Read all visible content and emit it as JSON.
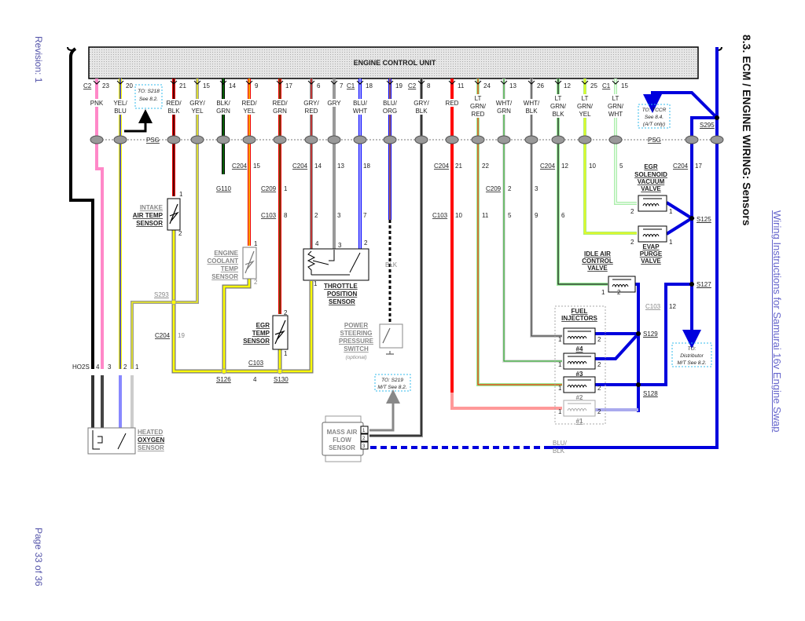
{
  "page": {
    "revision": "Revision: 1",
    "page_number": "Page 33 of 36",
    "section_title": "8.3. ECM / ENGINE WIRING: Sensors",
    "doc_link": "Wiring Instructions for Samurai 16v Engine Swap"
  },
  "ecu": {
    "title": "ENGINE CONTROL UNIT"
  },
  "psg": "PSG",
  "pins": [
    {
      "conn": "C2",
      "pin": "23",
      "label": [
        "PNK"
      ],
      "base": "#ff88c8",
      "stripe": null
    },
    {
      "conn": "",
      "pin": "20",
      "label": [
        "YEL/",
        "BLU"
      ],
      "base": "#ffff00",
      "stripe": "#0000ff"
    },
    {
      "conn": "",
      "pin": "21",
      "label": [
        "RED/",
        "BLK"
      ],
      "base": "#ee0000",
      "stripe": "#000000"
    },
    {
      "conn": "",
      "pin": "15",
      "label": [
        "GRY/",
        "YEL"
      ],
      "base": "#999999",
      "stripe": "#ffff00"
    },
    {
      "conn": "",
      "pin": "14",
      "label": [
        "BLK/",
        "GRN"
      ],
      "base": "#000000",
      "stripe": "#009900"
    },
    {
      "conn": "",
      "pin": "9",
      "label": [
        "RED/",
        "YEL"
      ],
      "base": "#ee0000",
      "stripe": "#ffff00"
    },
    {
      "conn": "",
      "pin": "17",
      "label": [
        "RED/",
        "GRN"
      ],
      "base": "#ee0000",
      "stripe": "#336600"
    },
    {
      "conn": "",
      "pin": "6",
      "label": [
        "GRY/",
        "RED"
      ],
      "base": "#999999",
      "stripe": "#cc0000"
    },
    {
      "conn": "",
      "pin": "7",
      "label": [
        "GRY"
      ],
      "base": "#999999",
      "stripe": null
    },
    {
      "conn": "C1",
      "pin": "18",
      "label": [
        "BLU/",
        "WHT"
      ],
      "base": "#0000ff",
      "stripe": "#ffffff"
    },
    {
      "conn": "",
      "pin": "19",
      "label": [
        "BLU/",
        "ORG"
      ],
      "base": "#0000ff",
      "stripe": "#ff9900"
    },
    {
      "conn": "C2",
      "pin": "8",
      "label": [
        "GRY/",
        "BLK"
      ],
      "base": "#999999",
      "stripe": "#000000"
    },
    {
      "conn": "",
      "pin": "11",
      "label": [
        "RED"
      ],
      "base": "#ff0000",
      "stripe": null
    },
    {
      "conn": "",
      "pin": "24",
      "label": [
        "LT",
        "GRN/",
        "RED"
      ],
      "base": "#99ee99",
      "stripe": "#ee3300"
    },
    {
      "conn": "",
      "pin": "13",
      "label": [
        "WHT/",
        "GRN"
      ],
      "base": "#dddddd",
      "stripe": "#33aa33"
    },
    {
      "conn": "",
      "pin": "26",
      "label": [
        "WHT/",
        "BLK"
      ],
      "base": "#cccccc",
      "stripe": "#444444"
    },
    {
      "conn": "",
      "pin": "12",
      "label": [
        "LT",
        "GRN/",
        "BLK"
      ],
      "base": "#99ee99",
      "stripe": "#222222"
    },
    {
      "conn": "",
      "pin": "25",
      "label": [
        "LT",
        "GRN/",
        "YEL"
      ],
      "base": "#aaee77",
      "stripe": "#ffff00"
    },
    {
      "conn": "C1",
      "pin": "15",
      "label": [
        "LT",
        "GRN/",
        "WHT"
      ],
      "base": "#aaeeaa",
      "stripe": "#ffffff"
    }
  ],
  "colors": {
    "sensor_ground": "#ffff00",
    "power_feed": "#0000dd",
    "ecu_fill": "#e4e4e4",
    "note_border": "#33bbee"
  },
  "notes": {
    "s218": [
      "TO: S218",
      "See 8.2."
    ],
    "tccr": [
      "TO: TCCR",
      "See 8.4.",
      "(A/T only)"
    ],
    "s219": [
      "TO: S219",
      "M/T See 8.2."
    ],
    "distributor": [
      "TO:",
      "Distributor",
      "M/T See 8.2."
    ]
  },
  "components": {
    "intake_air_temp": [
      "INTAKE",
      "AIR TEMP",
      "SENSOR"
    ],
    "engine_coolant_temp": [
      "ENGINE",
      "COOLANT",
      "TEMP",
      "SENSOR"
    ],
    "egr_temp": [
      "EGR",
      "TEMP",
      "SENSOR"
    ],
    "throttle_position": [
      "THROTTLE",
      "POSITION",
      "SENSOR"
    ],
    "power_steering": [
      "POWER",
      "STEERING",
      "PRESSURE",
      "SWITCH",
      "(optional)"
    ],
    "maf": [
      "MASS AIR",
      "FLOW",
      "SENSOR"
    ],
    "heated_oxygen": [
      "HEATED",
      "OXYGEN",
      "SENSOR"
    ],
    "egr_solenoid": [
      "EGR",
      "SOLENOID",
      "VACUUM",
      "VALVE"
    ],
    "evap_purge": [
      "EVAP",
      "PURGE",
      "VALVE"
    ],
    "idle_air": [
      "IDLE AIR",
      "CONTROL",
      "VALVE"
    ],
    "fuel_injectors": [
      "FUEL",
      "INJECTORS"
    ],
    "injector_names": [
      "#4",
      "#3",
      "#2",
      "#1"
    ]
  },
  "connectors": {
    "c204": "C204",
    "c209": "C209",
    "c103": "C103",
    "ho2s": "HO2S",
    "g110": "G110",
    "blk": "BLK",
    "blu_blk": [
      "BLU/",
      "BLK"
    ],
    "n": [
      "1",
      "2",
      "3",
      "4",
      "5",
      "6",
      "7",
      "8",
      "9",
      "10",
      "11",
      "12",
      "13",
      "14",
      "15",
      "17",
      "18",
      "19",
      "21",
      "22"
    ]
  },
  "splices": {
    "s293": "S293",
    "s126": "S126",
    "s130": "S130",
    "s295": "S295",
    "s125": "S125",
    "s127": "S127",
    "s129": "S129",
    "s128": "S128"
  }
}
